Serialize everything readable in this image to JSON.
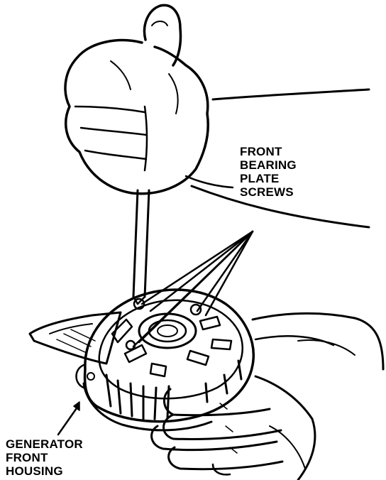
{
  "figure": {
    "colors": {
      "line": "#000000",
      "background": "#ffffff"
    },
    "callouts": {
      "front_bearing_plate_screws": [
        "FRONT",
        "BEARING",
        "PLATE",
        "SCREWS"
      ],
      "generator_front_housing": [
        "GENERATOR",
        "FRONT",
        "HOUSING"
      ]
    }
  }
}
